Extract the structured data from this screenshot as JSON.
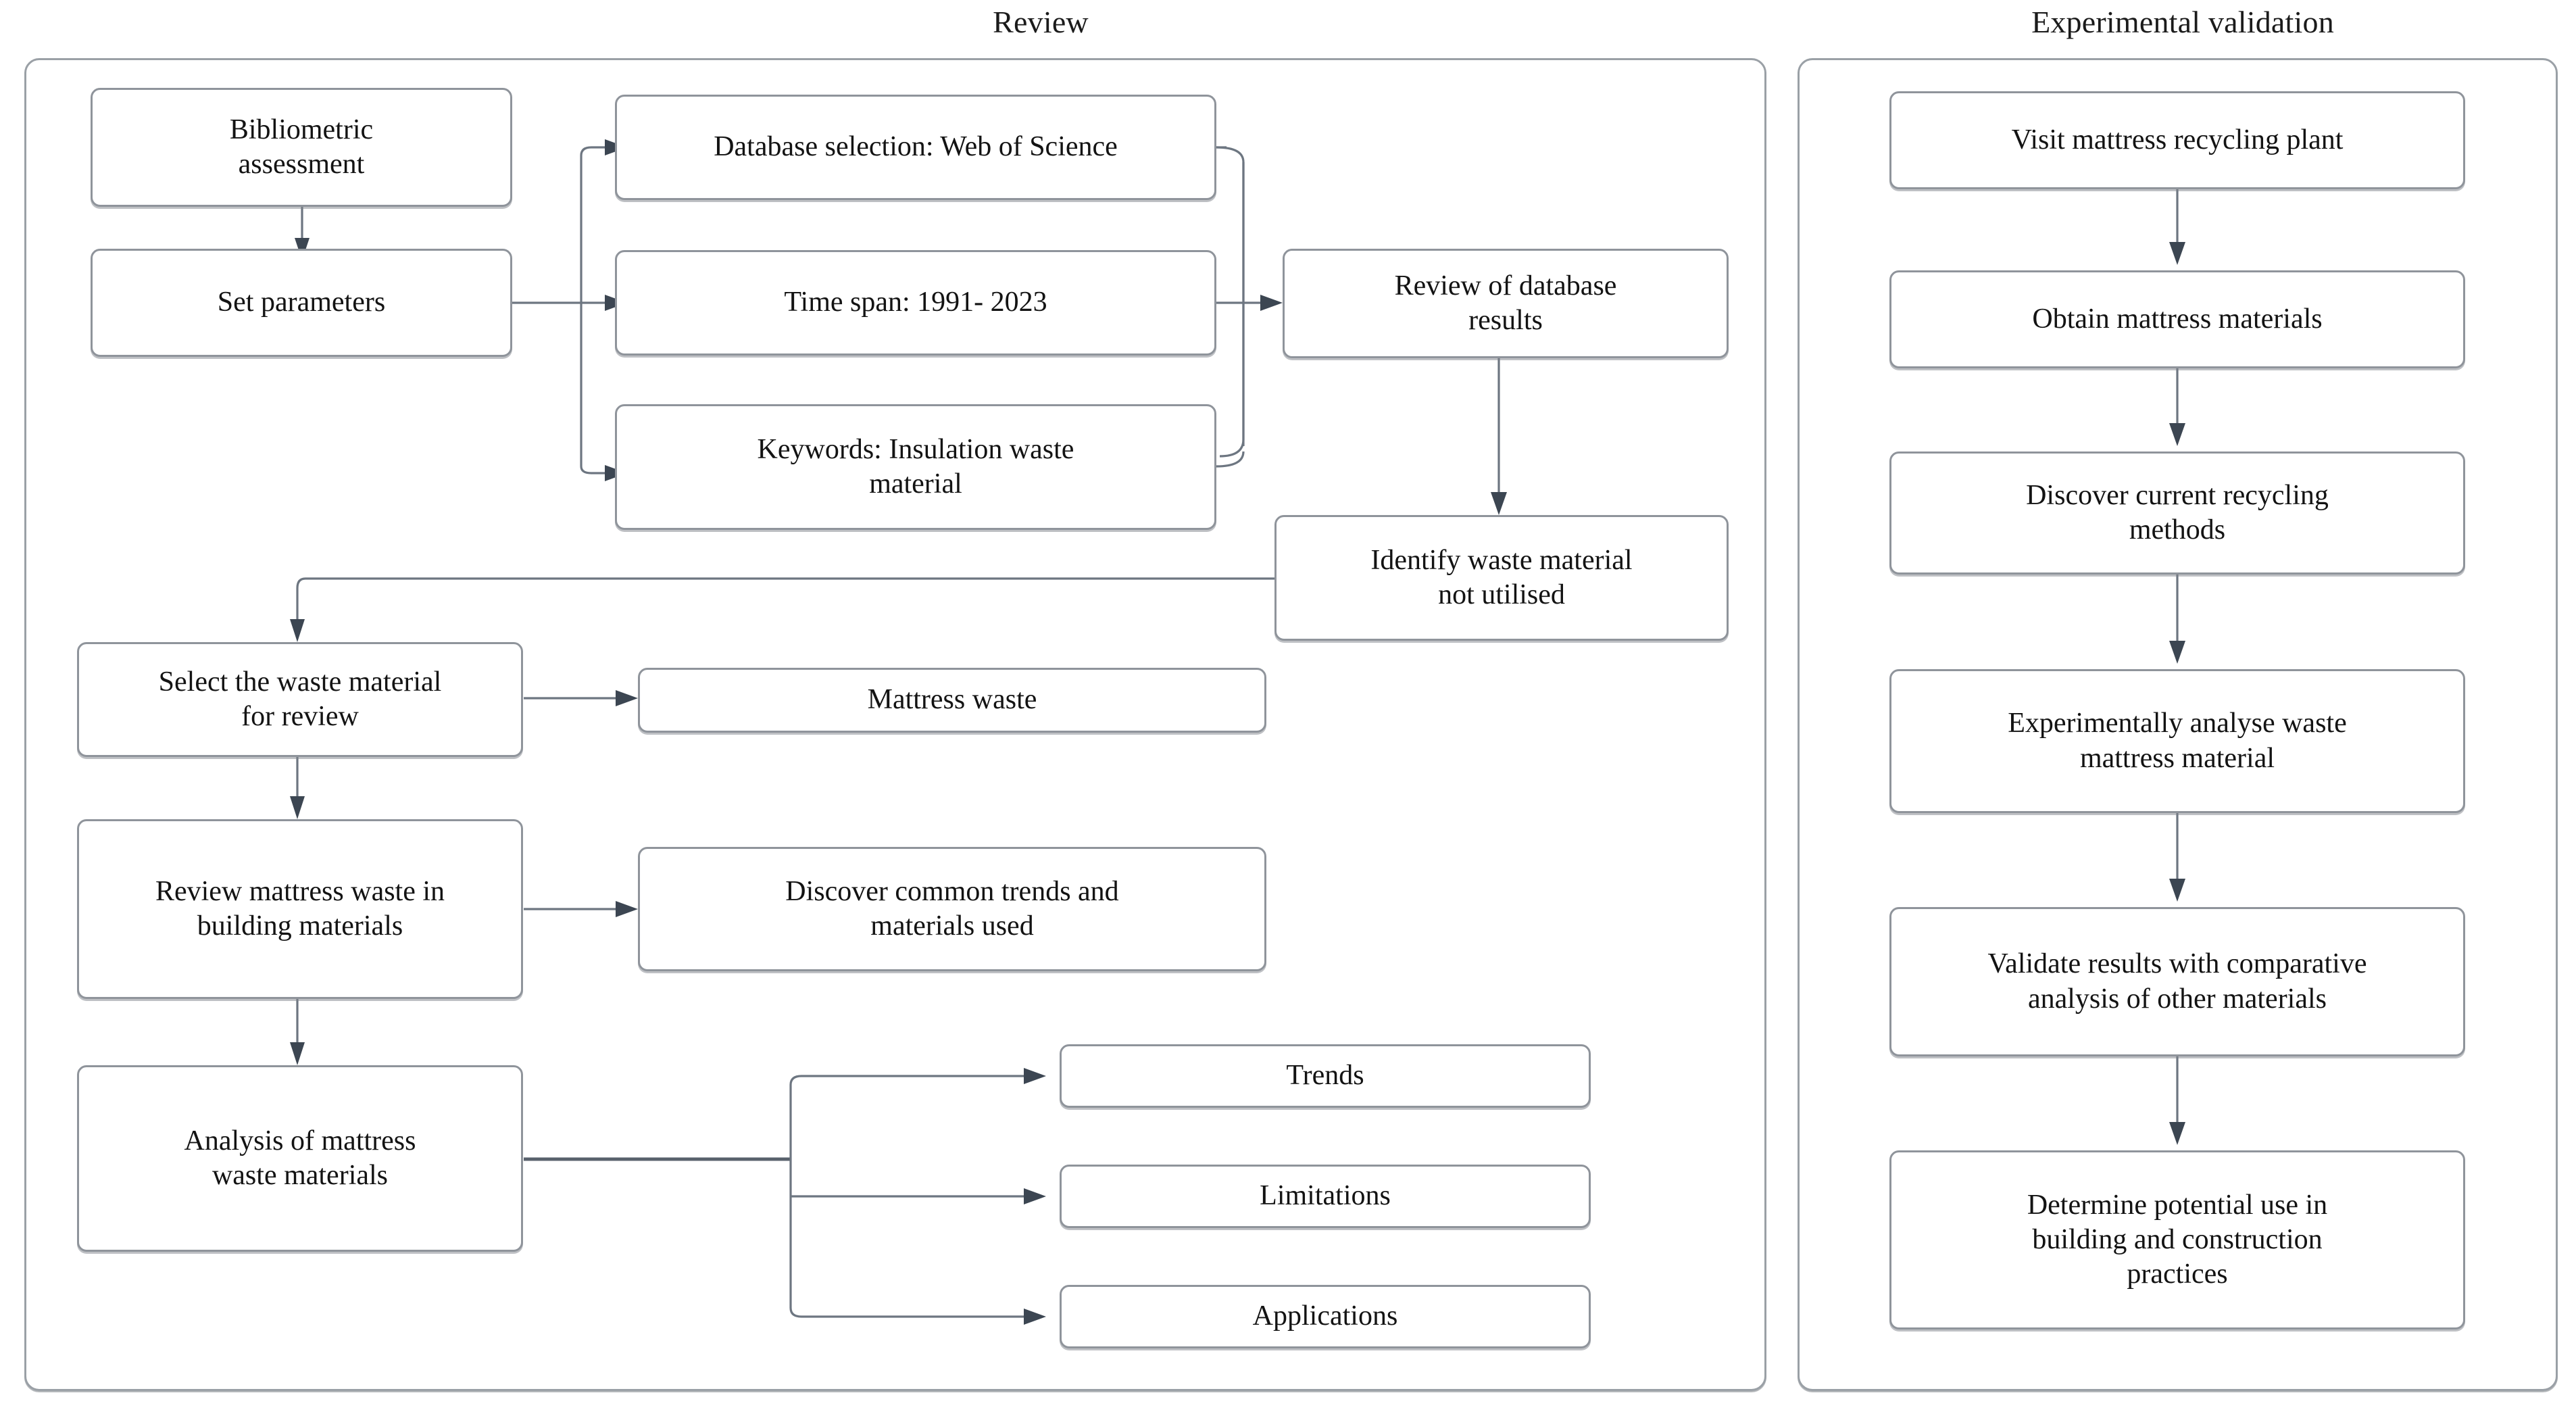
{
  "diagram": {
    "type": "flowchart",
    "panels": [
      {
        "id": "review",
        "title": "Review",
        "nodes": [
          {
            "id": "bibliometric-assessment",
            "label": "Bibliometric assessment"
          },
          {
            "id": "set-parameters",
            "label": "Set parameters"
          },
          {
            "id": "database-selection",
            "label": "Database selection: Web of Science"
          },
          {
            "id": "time-span",
            "label": "Time span: 1991- 2023"
          },
          {
            "id": "keywords",
            "label": "Keywords: Insulation waste material"
          },
          {
            "id": "review-of-database-results",
            "label": "Review of database results"
          },
          {
            "id": "identify-waste-material",
            "label": "Identify waste material not utilised"
          },
          {
            "id": "select-waste-material",
            "label": "Select the waste material for review"
          },
          {
            "id": "mattress-waste",
            "label": "Mattress waste"
          },
          {
            "id": "review-mattress-waste",
            "label": "Review mattress waste in building materials"
          },
          {
            "id": "discover-common-trends",
            "label": "Discover common trends and materials used"
          },
          {
            "id": "analysis-of-mattress-waste",
            "label": "Analysis of mattress waste materials"
          },
          {
            "id": "trends",
            "label": "Trends"
          },
          {
            "id": "limitations",
            "label": "Limitations"
          },
          {
            "id": "applications",
            "label": "Applications"
          }
        ],
        "edges": [
          {
            "from": "bibliometric-assessment",
            "to": "set-parameters"
          },
          {
            "from": "set-parameters",
            "to": "database-selection"
          },
          {
            "from": "set-parameters",
            "to": "time-span"
          },
          {
            "from": "set-parameters",
            "to": "keywords"
          },
          {
            "from": "database-selection",
            "to": "review-of-database-results"
          },
          {
            "from": "time-span",
            "to": "review-of-database-results"
          },
          {
            "from": "keywords",
            "to": "review-of-database-results"
          },
          {
            "from": "review-of-database-results",
            "to": "identify-waste-material"
          },
          {
            "from": "identify-waste-material",
            "to": "select-waste-material"
          },
          {
            "from": "select-waste-material",
            "to": "mattress-waste"
          },
          {
            "from": "select-waste-material",
            "to": "review-mattress-waste"
          },
          {
            "from": "review-mattress-waste",
            "to": "discover-common-trends"
          },
          {
            "from": "review-mattress-waste",
            "to": "analysis-of-mattress-waste"
          },
          {
            "from": "analysis-of-mattress-waste",
            "to": "trends"
          },
          {
            "from": "analysis-of-mattress-waste",
            "to": "limitations"
          },
          {
            "from": "analysis-of-mattress-waste",
            "to": "applications"
          }
        ]
      },
      {
        "id": "experimental-validation",
        "title": "Experimental validation",
        "nodes": [
          {
            "id": "visit-plant",
            "label": "Visit mattress recycling plant"
          },
          {
            "id": "obtain-materials",
            "label": "Obtain mattress materials"
          },
          {
            "id": "discover-recycling-methods",
            "label": "Discover current recycling methods"
          },
          {
            "id": "experimentally-analyse",
            "label": "Experimentally analyse waste mattress material"
          },
          {
            "id": "validate-results",
            "label": "Validate results with comparative analysis of other materials"
          },
          {
            "id": "determine-potential-use",
            "label": "Determine potential use in building and construction practices"
          }
        ],
        "edges": [
          {
            "from": "visit-plant",
            "to": "obtain-materials"
          },
          {
            "from": "obtain-materials",
            "to": "discover-recycling-methods"
          },
          {
            "from": "discover-recycling-methods",
            "to": "experimentally-analyse"
          },
          {
            "from": "experimentally-analyse",
            "to": "validate-results"
          },
          {
            "from": "validate-results",
            "to": "determine-potential-use"
          }
        ]
      }
    ]
  },
  "colors": {
    "node_border": "#8f949b",
    "panel_border": "#9aa0a6",
    "connector": "#6d7681",
    "arrowhead": "#3c4652",
    "text": "#131313",
    "background": "#ffffff"
  },
  "labels": {
    "review_title": "Review",
    "experimental_title": "Experimental validation",
    "n_bibliometric_l1": "Bibliometric",
    "n_bibliometric_l2": "assessment",
    "n_setparams": "Set parameters",
    "n_database": "Database selection: Web of Science",
    "n_timespan": "Time span: 1991- 2023",
    "n_keywords_l1": "Keywords: Insulation waste",
    "n_keywords_l2": "material",
    "n_reviewdb_l1": "Review of database",
    "n_reviewdb_l2": "results",
    "n_identify_l1": "Identify waste material",
    "n_identify_l2": "not utilised",
    "n_select_l1": "Select the waste material",
    "n_select_l2": "for review",
    "n_mattresswaste": "Mattress waste",
    "n_reviewmw_l1": "Review mattress waste in",
    "n_reviewmw_l2": "building materials",
    "n_discover_l1": "Discover common trends and",
    "n_discover_l2": "materials used",
    "n_analysis_l1": "Analysis of mattress",
    "n_analysis_l2": "waste materials",
    "n_trends": "Trends",
    "n_limitations": "Limitations",
    "n_applications": "Applications",
    "n_visit": "Visit mattress recycling plant",
    "n_obtain": "Obtain mattress materials",
    "n_methods_l1": "Discover current recycling",
    "n_methods_l2": "methods",
    "n_experiment_l1": "Experimentally analyse waste",
    "n_experiment_l2": "mattress material",
    "n_validate_l1": "Validate results with comparative",
    "n_validate_l2": "analysis of other materials",
    "n_determine_l1": "Determine potential use in",
    "n_determine_l2": "building and construction",
    "n_determine_l3": "practices"
  }
}
